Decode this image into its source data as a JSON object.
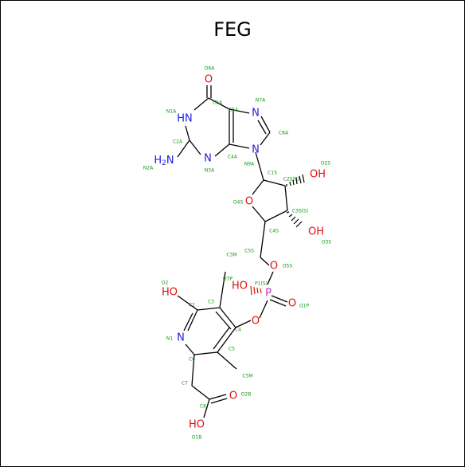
{
  "title": "FEG",
  "colors": {
    "C": "#000000",
    "N": "#2020dd",
    "O": "#dd1111",
    "P": "#bb33bb",
    "label": "#119911"
  },
  "atoms": [
    {
      "id": "O6A",
      "sym": "O",
      "text": "O"
    },
    {
      "id": "N1A",
      "sym": "N",
      "text": "HN"
    },
    {
      "id": "N7A",
      "sym": "N",
      "text": "N"
    },
    {
      "id": "N9A",
      "sym": "N",
      "text": "N"
    },
    {
      "id": "N3A",
      "sym": "N",
      "text": "N"
    },
    {
      "id": "N2A",
      "sym": "N",
      "text": "H2N"
    },
    {
      "id": "O2S",
      "sym": "O",
      "text": "OH"
    },
    {
      "id": "O4S",
      "sym": "O",
      "text": "O"
    },
    {
      "id": "O3S",
      "sym": "O",
      "text": "OH"
    },
    {
      "id": "O5S",
      "sym": "O",
      "text": "O"
    },
    {
      "id": "P1S",
      "sym": "P",
      "text": "P"
    },
    {
      "id": "O2P",
      "sym": "O",
      "text": "HO"
    },
    {
      "id": "O1P",
      "sym": "O",
      "text": "O"
    },
    {
      "id": "O3P",
      "sym": "O",
      "text": "O"
    },
    {
      "id": "O2",
      "sym": "O",
      "text": "HO"
    },
    {
      "id": "N1",
      "sym": "N",
      "text": "N"
    },
    {
      "id": "O2B",
      "sym": "O",
      "text": "O"
    },
    {
      "id": "O1B",
      "sym": "O",
      "text": "HO"
    }
  ],
  "atom_labels": [
    "O6A",
    "C6A",
    "N1A",
    "C5A",
    "N7A",
    "C8A",
    "C2A",
    "N2A",
    "N3A",
    "C4A",
    "N9A",
    "C1S",
    "C2S(R)",
    "O2S",
    "O4S",
    "C3S(S)",
    "C4S",
    "O3S",
    "C5S",
    "O5S",
    "C3M",
    "O3P",
    "P1(S)",
    "O2",
    "O1P",
    "C2",
    "C3",
    "N1",
    "C4",
    "C5",
    "C6",
    "C5M",
    "C7",
    "C8",
    "O2B",
    "O1B"
  ]
}
